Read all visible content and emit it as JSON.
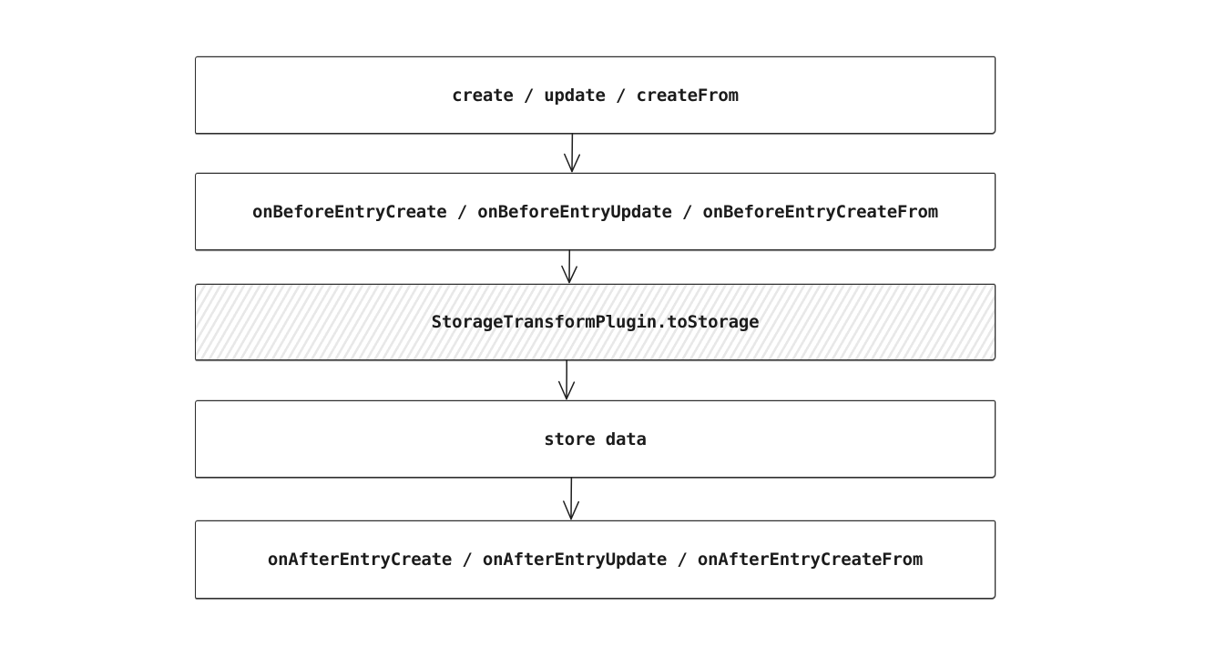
{
  "diagram": {
    "type": "flowchart",
    "direction": "top-down",
    "nodes": [
      {
        "id": "create-update-createfrom",
        "label": "create / update / createFrom",
        "fill": "solid-white"
      },
      {
        "id": "on-before-hooks",
        "label": "onBeforeEntryCreate / onBeforeEntryUpdate / onBeforeEntryCreateFrom",
        "fill": "solid-white"
      },
      {
        "id": "storage-transform-plugin",
        "label": "StorageTransformPlugin.toStorage",
        "fill": "hachure"
      },
      {
        "id": "store-data",
        "label": "store data",
        "fill": "solid-white"
      },
      {
        "id": "on-after-hooks",
        "label": "onAfterEntryCreate / onAfterEntryUpdate / onAfterEntryCreateFrom",
        "fill": "solid-white"
      }
    ],
    "connectors": [
      {
        "from": 0,
        "to": 1,
        "style": "arrow-down-open-head"
      },
      {
        "from": 1,
        "to": 2,
        "style": "arrow-down-open-head"
      },
      {
        "from": 2,
        "to": 3,
        "style": "arrow-down-open-head"
      },
      {
        "from": 3,
        "to": 4,
        "style": "arrow-down-open-head"
      }
    ],
    "colors": {
      "stroke": "#1e1e1e",
      "hachure": "#e8e8e8",
      "background": "#ffffff"
    }
  }
}
